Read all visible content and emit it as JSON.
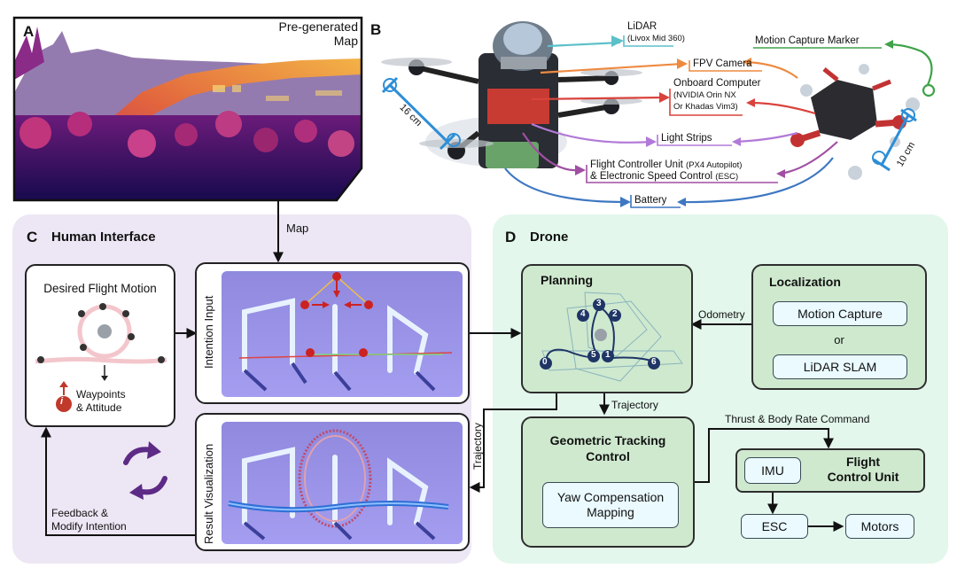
{
  "panelA": {
    "letter": "A",
    "label_line1": "Pre-generated",
    "label_line2": "Map"
  },
  "panelB": {
    "letter": "B",
    "lidar": "LiDAR",
    "lidar_model": "(Livox Mid 360)",
    "fpv_camera": "FPV Camera",
    "onboard_computer": "Onboard Computer",
    "onboard_model1": "(NVIDIA Orin NX",
    "onboard_model2": "Or Khadas Vim3)",
    "light_strips": "Light Strips",
    "fcu_line1a": "Flight Controller Unit",
    "fcu_line1b": "(PX4 Autopilot)",
    "fcu_line2a": "& Electronic Speed Control",
    "fcu_line2b": "(ESC)",
    "battery": "Battery",
    "motion_capture_marker": "Motion Capture Marker",
    "dim_left": "16 cm",
    "dim_right": "10 cm"
  },
  "panelC": {
    "letter": "C",
    "title": "Human Interface",
    "desired_flight_motion": "Desired Flight Motion",
    "waypoints_line1": "Waypoints",
    "waypoints_line2": "& Attitude",
    "info_glyph": "i",
    "intention_input": "Intention Input",
    "result_visualization": "Result  Visualization",
    "feedback_line1": "Feedback &",
    "feedback_line2": "Modify Intention"
  },
  "arrows": {
    "map": "Map",
    "odometry": "Odometry",
    "trajectory_down": "Trajectory",
    "trajectory_left": "Trajectory",
    "thrust": "Thrust & Body Rate Command"
  },
  "panelD": {
    "letter": "D",
    "title": "Drone",
    "planning": "Planning",
    "localization": "Localization",
    "motion_capture": "Motion Capture",
    "or": "or",
    "lidar_slam": "LiDAR SLAM",
    "gtc_line1": "Geometric Tracking",
    "gtc_line2": "Control",
    "yaw_line1": "Yaw Compensation",
    "yaw_line2": "Mapping",
    "imu": "IMU",
    "fcu_line1": "Flight",
    "fcu_line2": "Control Unit",
    "esc": "ESC",
    "motors": "Motors",
    "graph_nodes": [
      "0",
      "1",
      "2",
      "3",
      "4",
      "5",
      "6"
    ]
  },
  "colors": {
    "panelC_bg": "#ede6f4",
    "panelD_bg": "#e3f7ec",
    "green_box": "#cfe9cf",
    "light_box": "#eafaff",
    "scene_bg": "#8e86d8",
    "map_bg": "#1c0c55",
    "map_accent": "#f0a640",
    "node_fill": "#1f3566"
  }
}
